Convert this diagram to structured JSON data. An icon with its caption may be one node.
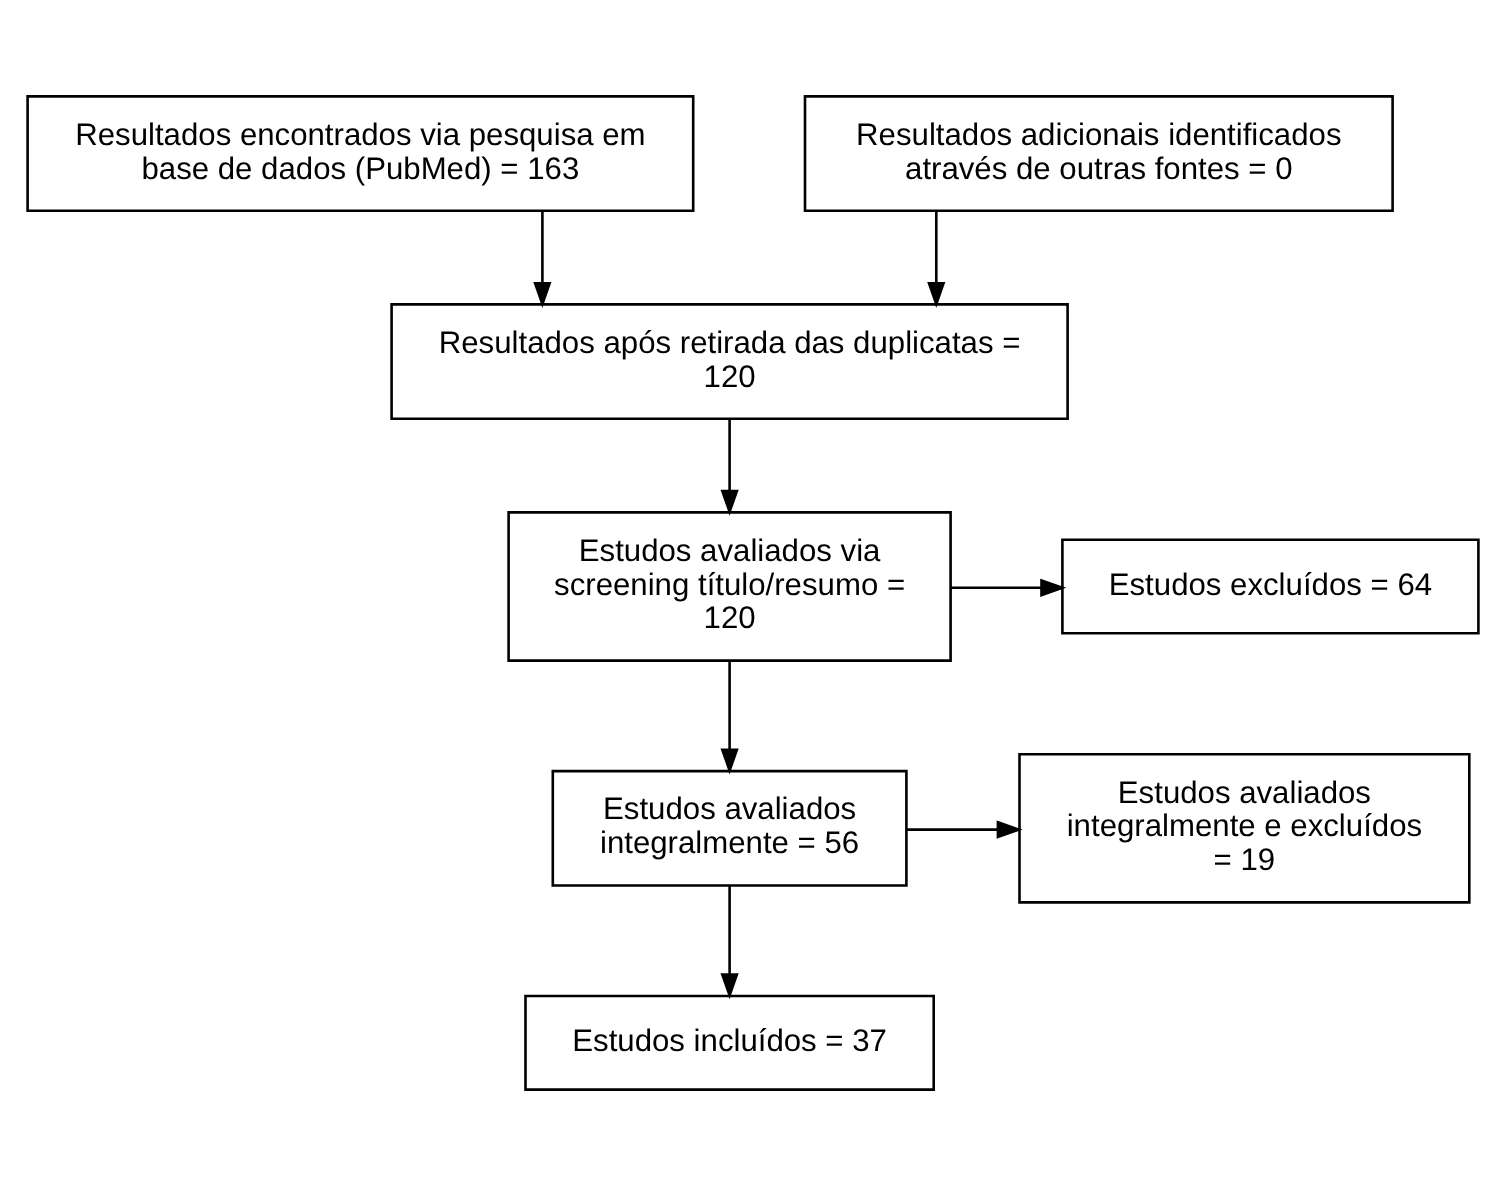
{
  "diagram": {
    "nodes": [
      {
        "text": [
          "Resultados encontrados via pesquisa em base de dados (PubMed) = 163"
        ]
      },
      {
        "text": [
          "Resultados adicionais identificados através de outras fontes = 0"
        ]
      },
      {
        "text": [
          "Resultados após retirada das duplicatas = 120"
        ]
      },
      {
        "text": [
          "Estudos avaliados via screening título/resumo = 120"
        ]
      },
      {
        "text": [
          "Estudos excluídos = 64"
        ]
      },
      {
        "text": [
          "Estudos avaliados integralmente = 56"
        ]
      },
      {
        "text": [
          "Estudos avaliados integralmente e excluídos = 19"
        ]
      },
      {
        "text": [
          "Estudos incluídos = 37"
        ]
      }
    ],
    "edges": [
      {
        "from": 0,
        "to": 2,
        "arrow": "to"
      },
      {
        "from": 1,
        "to": 2,
        "arrow": "to"
      },
      {
        "from": 2,
        "to": 3,
        "arrow": "to"
      },
      {
        "from": 3,
        "to": 4,
        "arrow": "to"
      },
      {
        "from": 3,
        "to": 5,
        "arrow": "to"
      },
      {
        "from": 5,
        "to": 6,
        "arrow": "to"
      },
      {
        "from": 5,
        "to": 7,
        "arrow": "to"
      }
    ]
  }
}
